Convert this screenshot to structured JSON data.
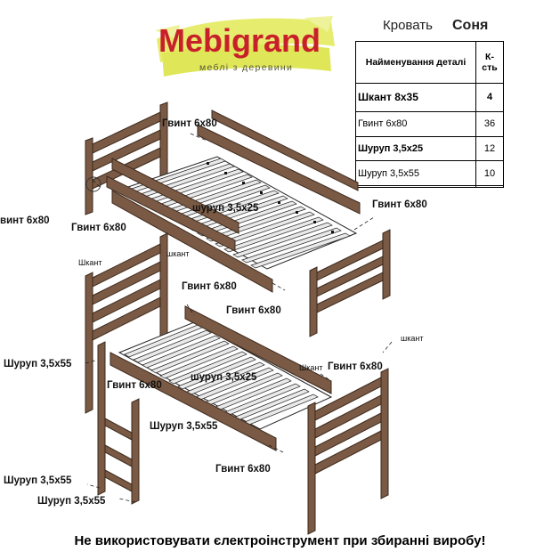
{
  "brand": {
    "name": "Mebigrand",
    "tagline": "меблі з деревини",
    "name_color": "#c8202a",
    "tagline_color": "#5a5a3c"
  },
  "bed": {
    "title_word": "Кровать",
    "title_name": "Соня"
  },
  "parts_table": {
    "headers": [
      "Найменування деталі",
      "К-сть"
    ],
    "rows": [
      {
        "name": "Шкант 8x35",
        "qty": "4"
      },
      {
        "name": "Гвинт 6х80",
        "qty": "36"
      },
      {
        "name": "Шуруп 3,5х25",
        "qty": "12"
      },
      {
        "name": "Шуруп 3,5х55",
        "qty": "10"
      },
      {
        "name": "",
        "qty": ""
      }
    ]
  },
  "labels": {
    "vint_left": "винт 6х80",
    "gvint_top1": "Гвинт 6х80",
    "shurup_top": "шуруп 3,5х25",
    "gvint_left1": "Гвинт 6х80",
    "gvint_right1": "Гвинт 6х80",
    "shkant_left": "Шкант",
    "shkant_mid": "шкант",
    "gvint_mid1": "Гвинт 6х80",
    "gvint_mid2": "Гвинт 6х80",
    "shkant_right": "шкант",
    "shkant_right2": "Шкант",
    "gvint_right2": "Гвинт 6х80",
    "shurup_left1": "Шуруп 3,5х55",
    "gvint_left2": "Гвинт 6х80",
    "shurup_bottom": "шуруп 3,5х25",
    "shurup_ladder": "Шуруп 3,5х55",
    "gvint_bottom": "Гвинт 6х80",
    "shurup_left2": "Шуруп 3,5х55",
    "shurup_left3": "Шуруп 3,5х55"
  },
  "warning": "Не використовувати єлектроінструмент при збиранні виробу!",
  "colors": {
    "wood": "#7a5a44",
    "wood_dark": "#4e3628",
    "slat": "#f4f4f4"
  }
}
